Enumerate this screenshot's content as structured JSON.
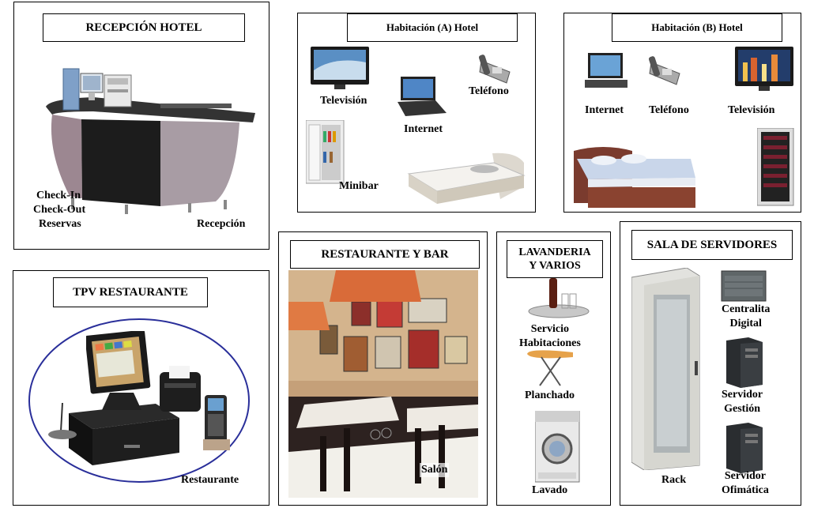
{
  "reception": {
    "title": "RECEPCIÓN HOTEL",
    "label_checkin": "Check-In",
    "label_checkout": "Check-Out",
    "label_reservas": "Reservas",
    "label_recepcion": "Recepción"
  },
  "room_a": {
    "title": "Habitación (A) Hotel",
    "label_tv": "Televisión",
    "label_phone": "Teléfono",
    "label_internet": "Internet",
    "label_minibar": "Minibar"
  },
  "room_b": {
    "title": "Habitación (B) Hotel",
    "label_internet": "Internet",
    "label_phone": "Teléfono",
    "label_tv": "Televisión"
  },
  "pos": {
    "title": "TPV RESTAURANTE",
    "label_restaurante": "Restaurante"
  },
  "restaurant": {
    "title": "RESTAURANTE Y BAR",
    "label_salon": "Salón"
  },
  "laundry": {
    "title_line1": "LAVANDERIA",
    "title_line2": "Y VARIOS",
    "label_service_line1": "Servicio",
    "label_service_line2": "Habitaciones",
    "label_ironing": "Planchado",
    "label_washing": "Lavado"
  },
  "servers": {
    "title": "SALA DE SERVIDORES",
    "label_rack": "Rack",
    "label_pbx_line1": "Centralita",
    "label_pbx_line2": "Digital",
    "label_mgmt_line1": "Servidor",
    "label_mgmt_line2": "Gestión",
    "label_office_line1": "Servidor",
    "label_office_line2": "Ofimática"
  },
  "icons": [
    "reception-desk-icon",
    "computer-icon",
    "printer-icon",
    "television-icon",
    "telephone-icon",
    "laptop-icon",
    "minibar-icon",
    "bed-icon",
    "wine-fridge-icon",
    "pos-terminal-icon",
    "receipt-printer-icon",
    "card-reader-icon",
    "cash-drawer-icon",
    "restaurant-photo-icon",
    "tray-icon",
    "ironing-board-icon",
    "washing-machine-icon",
    "rack-icon",
    "pbx-icon",
    "server-icon"
  ]
}
